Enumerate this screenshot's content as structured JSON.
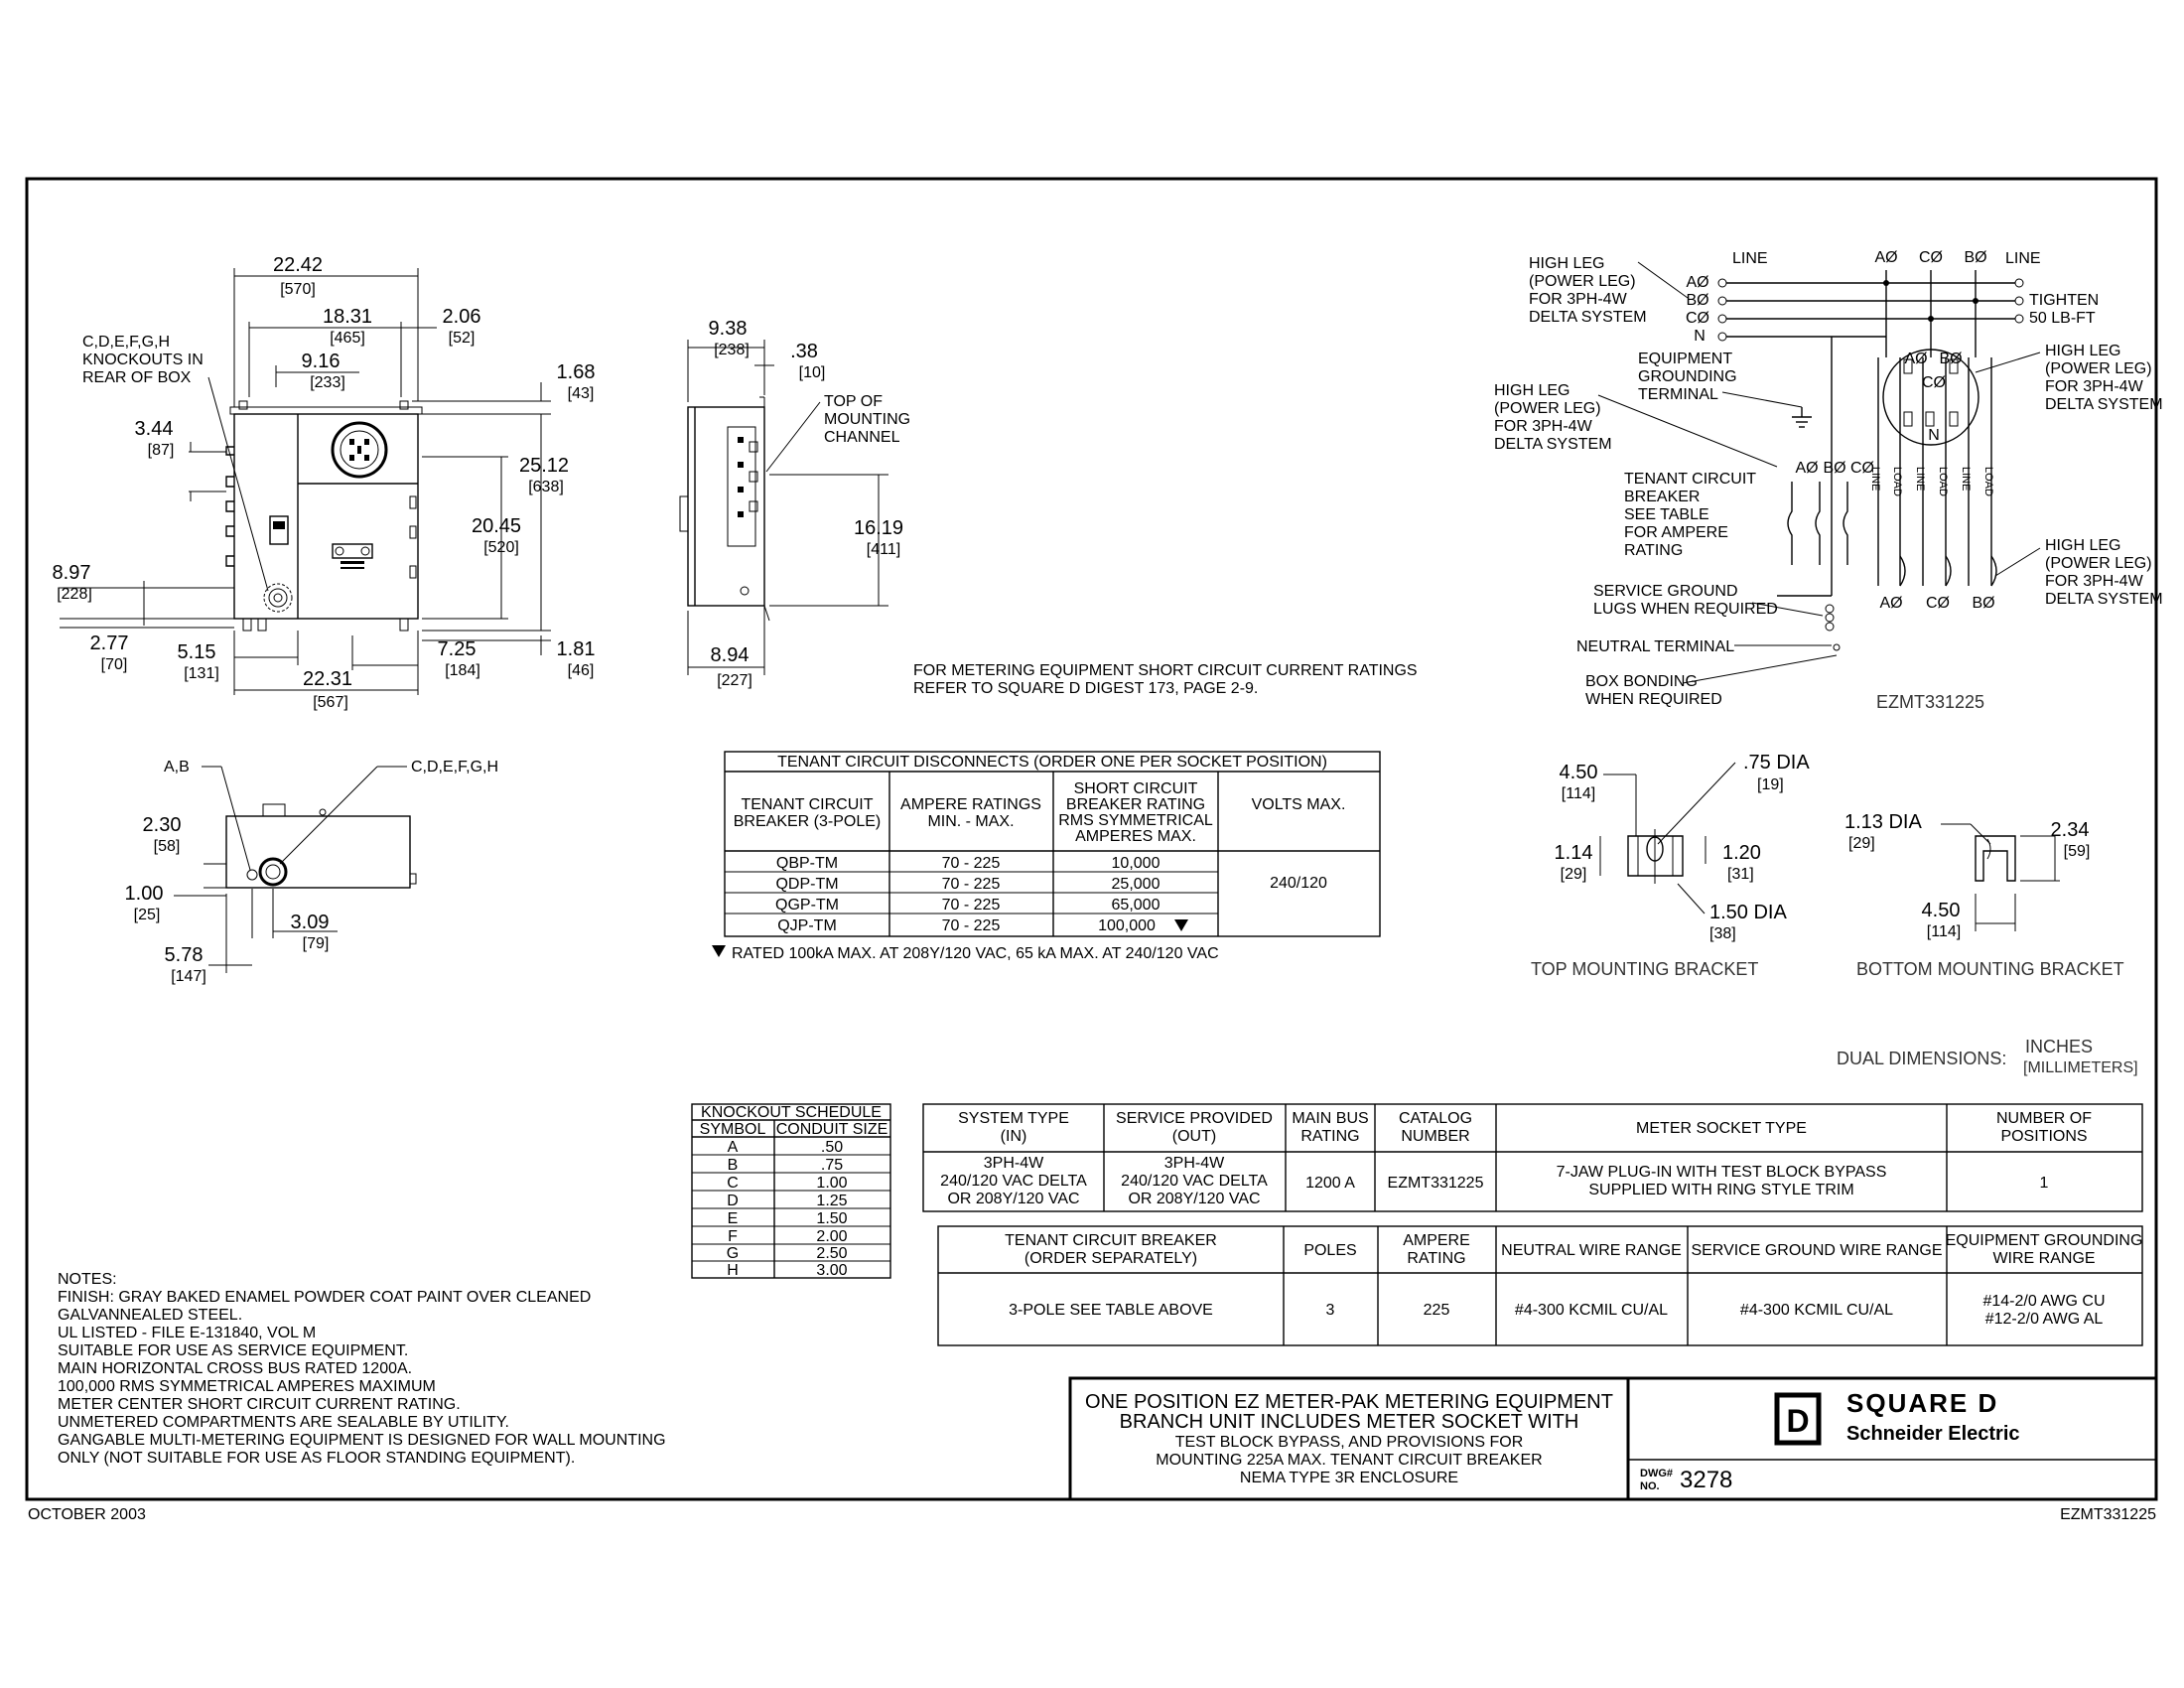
{
  "dims_front": {
    "w_overall": "22.42",
    "w_overall_mm": "[570]",
    "w_18": "18.31",
    "w_18_mm": "[465]",
    "w_206": "2.06",
    "w_206_mm": "[52]",
    "w_916": "9.16",
    "w_916_mm": "[233]",
    "h_168": "1.68",
    "h_168_mm": "[43]",
    "h_2512": "25.12",
    "h_2512_mm": "[638]",
    "h_2045": "20.45",
    "h_2045_mm": "[520]",
    "h_344": "3.44",
    "h_344_mm": "[87]",
    "h_897": "8.97",
    "h_897_mm": "[228]",
    "w_277": "2.77",
    "w_277_mm": "[70]",
    "w_515": "5.15",
    "w_515_mm": "[131]",
    "w_2231": "22.31",
    "w_2231_mm": "[567]",
    "w_725": "7.25",
    "w_725_mm": "[184]",
    "h_181": "1.81",
    "h_181_mm": "[46]",
    "knockouts_note": [
      "C,D,E,F,G,H",
      "KNOCKOUTS IN",
      "REAR OF BOX"
    ]
  },
  "dims_side": {
    "d_938": "9.38",
    "d_938_mm": "[238]",
    "d_38": ".38",
    "d_38_mm": "[10]",
    "h_1619": "16.19",
    "h_1619_mm": "[411]",
    "d_894": "8.94",
    "d_894_mm": "[227]",
    "channel_note": [
      "TOP OF",
      "MOUNTING",
      "CHANNEL"
    ]
  },
  "dims_bottom": {
    "label_ab": "A,B",
    "label_cdefgh": "C,D,E,F,G,H",
    "d_230": "2.30",
    "d_230_mm": "[58]",
    "d_100": "1.00",
    "d_100_mm": "[25]",
    "d_309": "3.09",
    "d_309_mm": "[79]",
    "d_578": "5.78",
    "d_578_mm": "[147]"
  },
  "metering_note": [
    "FOR METERING EQUIPMENT SHORT CIRCUIT CURRENT RATINGS",
    "REFER TO SQUARE D DIGEST 173, PAGE 2-9."
  ],
  "disconnects": {
    "title": "TENANT CIRCUIT DISCONNECTS (ORDER ONE PER SOCKET POSITION)",
    "headers": [
      [
        "TENANT CIRCUIT",
        "BREAKER (3-POLE)"
      ],
      [
        "AMPERE RATINGS",
        "MIN. - MAX."
      ],
      [
        "SHORT CIRCUIT",
        "BREAKER RATING",
        "RMS SYMMETRICAL",
        "AMPERES MAX."
      ],
      [
        "VOLTS MAX."
      ]
    ],
    "rows": [
      {
        "breaker": "QBP-TM",
        "range": "70 - 225",
        "sc": "10,000"
      },
      {
        "breaker": "QDP-TM",
        "range": "70 - 225",
        "sc": "25,000"
      },
      {
        "breaker": "QGP-TM",
        "range": "70 - 225",
        "sc": "65,000"
      },
      {
        "breaker": "QJP-TM",
        "range": "70 - 225",
        "sc": "100,000"
      }
    ],
    "volts": "240/120",
    "footnote": "RATED 100kA MAX. AT 208Y/120 VAC, 65 kA MAX. AT 240/120 VAC"
  },
  "schematic": {
    "line_left": "LINE",
    "line_right": "LINE",
    "top_phases": [
      "AØ",
      "CØ",
      "BØ"
    ],
    "left_phases": [
      "AØ",
      "BØ",
      "CØ",
      "N"
    ],
    "high_leg_1": [
      "HIGH LEG",
      "(POWER LEG)",
      "FOR 3PH-4W",
      "DELTA SYSTEM"
    ],
    "tighten": [
      "TIGHTEN",
      "50 LB-FT"
    ],
    "equip_ground": [
      "EQUIPMENT",
      "GROUNDING",
      "TERMINAL"
    ],
    "high_leg_2": [
      "HIGH LEG",
      "(POWER LEG)",
      "FOR 3PH-4W",
      "DELTA SYSTEM"
    ],
    "high_leg_3": [
      "HIGH LEG",
      "(POWER LEG)",
      "FOR 3PH-4W",
      "DELTA SYSTEM"
    ],
    "high_leg_4": [
      "HIGH LEG",
      "(POWER LEG)",
      "FOR 3PH-4W",
      "DELTA SYSTEM"
    ],
    "meter_phases": [
      "AØ",
      "BØ",
      "CØ",
      "N"
    ],
    "breaker_phases": [
      "AØ",
      "BØ",
      "CØ"
    ],
    "tenant_breaker": [
      "TENANT CIRCUIT",
      "BREAKER",
      "SEE TABLE",
      "FOR AMPERE",
      "RATING"
    ],
    "terminal_labels": [
      "LINE",
      "LOAD",
      "LINE",
      "LOAD",
      "LINE",
      "LOAD"
    ],
    "bottom_phases": [
      "AØ",
      "CØ",
      "BØ"
    ],
    "service_ground": [
      "SERVICE GROUND",
      "LUGS WHEN REQUIRED"
    ],
    "neutral_terminal": "NEUTRAL TERMINAL",
    "box_bonding": [
      "BOX BONDING",
      "WHEN REQUIRED"
    ],
    "model": "EZMT331225"
  },
  "brackets": {
    "top_d450": "4.50",
    "top_d450_mm": "[114]",
    "top_dia75": ".75 DIA",
    "top_dia75_mm": "[19]",
    "top_d114": "1.14",
    "top_d114_mm": "[29]",
    "top_d120": "1.20",
    "top_d120_mm": "[31]",
    "top_dia150": "1.50 DIA",
    "top_dia150_mm": "[38]",
    "top_label": "TOP MOUNTING BRACKET",
    "bot_dia113": "1.13 DIA",
    "bot_dia113_mm": "[29]",
    "bot_d234": "2.34",
    "bot_d234_mm": "[59]",
    "bot_d450": "4.50",
    "bot_d450_mm": "[114]",
    "bot_label": "BOTTOM MOUNTING BRACKET"
  },
  "dual_dims": {
    "label": "DUAL DIMENSIONS:",
    "inches": "INCHES",
    "mm": "[MILLIMETERS]"
  },
  "knockout": {
    "title": "KNOCKOUT SCHEDULE",
    "headers": [
      "SYMBOL",
      "CONDUIT SIZE"
    ],
    "rows": [
      [
        "A",
        ".50"
      ],
      [
        "B",
        ".75"
      ],
      [
        "C",
        "1.00"
      ],
      [
        "D",
        "1.25"
      ],
      [
        "E",
        "1.50"
      ],
      [
        "F",
        "2.00"
      ],
      [
        "G",
        "2.50"
      ],
      [
        "H",
        "3.00"
      ]
    ]
  },
  "spec1": {
    "headers": [
      [
        "SYSTEM TYPE",
        "(IN)"
      ],
      [
        "SERVICE PROVIDED",
        "(OUT)"
      ],
      [
        "MAIN BUS",
        "RATING"
      ],
      [
        "CATALOG",
        "NUMBER"
      ],
      [
        "METER SOCKET TYPE"
      ],
      [
        "NUMBER OF",
        "POSITIONS"
      ]
    ],
    "system": [
      "3PH-4W",
      "240/120 VAC DELTA",
      "OR 208Y/120 VAC"
    ],
    "service": [
      "3PH-4W",
      "240/120 VAC DELTA",
      "OR 208Y/120 VAC"
    ],
    "bus": "1200 A",
    "catalog": "EZMT331225",
    "socket": [
      "7-JAW PLUG-IN WITH TEST BLOCK BYPASS",
      "SUPPLIED WITH RING STYLE TRIM"
    ],
    "positions": "1"
  },
  "spec2": {
    "headers": [
      [
        "TENANT CIRCUIT BREAKER",
        "(ORDER SEPARATELY)"
      ],
      [
        "POLES"
      ],
      [
        "AMPERE",
        "RATING"
      ],
      [
        "NEUTRAL WIRE RANGE"
      ],
      [
        "SERVICE GROUND WIRE RANGE"
      ],
      [
        "EQUIPMENT GROUNDING",
        "WIRE RANGE"
      ]
    ],
    "breaker": "3-POLE SEE TABLE ABOVE",
    "poles": "3",
    "ampere": "225",
    "neutral": "#4-300 KCMIL CU/AL",
    "service_ground": "#4-300 KCMIL CU/AL",
    "equip": [
      "#14-2/0 AWG CU",
      "#12-2/0 AWG AL"
    ]
  },
  "notes": {
    "heading": "NOTES:",
    "lines": [
      "FINISH: GRAY BAKED ENAMEL POWDER COAT PAINT OVER CLEANED",
      "GALVANNEALED STEEL.",
      "UL LISTED - FILE E-131840, VOL M",
      "SUITABLE FOR USE AS SERVICE EQUIPMENT.",
      "MAIN HORIZONTAL CROSS BUS RATED 1200A.",
      "100,000 RMS SYMMETRICAL AMPERES MAXIMUM",
      "METER CENTER SHORT CIRCUIT CURRENT RATING.",
      "UNMETERED COMPARTMENTS ARE SEALABLE BY UTILITY.",
      "GANGABLE MULTI-METERING EQUIPMENT IS DESIGNED FOR WALL MOUNTING",
      "ONLY (NOT SUITABLE FOR USE AS FLOOR STANDING EQUIPMENT)."
    ]
  },
  "title_block": {
    "lines": [
      "ONE POSITION EZ METER-PAK METERING EQUIPMENT",
      "BRANCH UNIT INCLUDES METER SOCKET WITH",
      "TEST BLOCK BYPASS, AND PROVISIONS FOR",
      "MOUNTING 225A MAX. TENANT CIRCUIT BREAKER",
      "NEMA TYPE 3R ENCLOSURE"
    ],
    "brand": "SQUARE D",
    "brand_sub": "Schneider Electric",
    "logo_letter": "D",
    "dwg_label": [
      "DWG#",
      "NO."
    ],
    "dwg_no": "3278"
  },
  "footer": {
    "date": "OCTOBER 2003",
    "model": "EZMT331225"
  }
}
